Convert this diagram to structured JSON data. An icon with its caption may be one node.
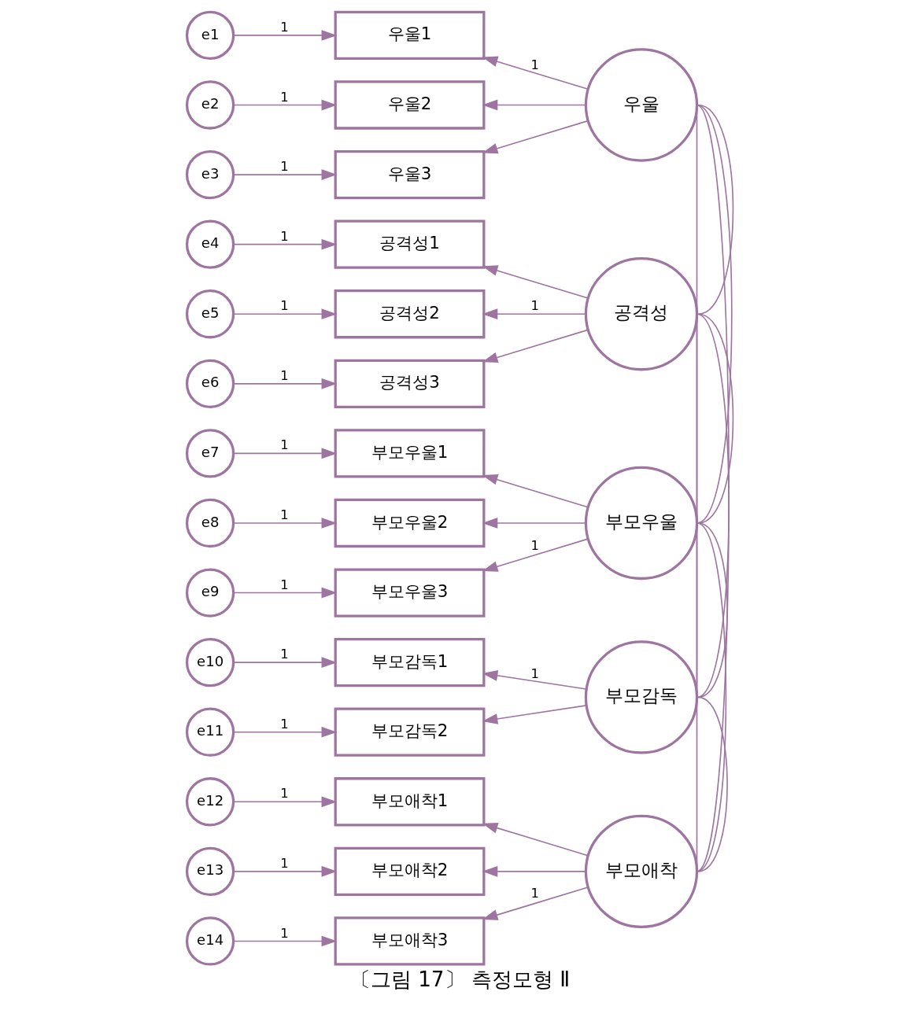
{
  "diagram": {
    "caption": "〔그림 17〕 측정모형 Ⅱ",
    "nodes": [
      {
        "text": [
          "e1"
        ]
      },
      {
        "text": [
          "e2"
        ]
      },
      {
        "text": [
          "e3"
        ]
      },
      {
        "text": [
          "e4"
        ]
      },
      {
        "text": [
          "e5"
        ]
      },
      {
        "text": [
          "e6"
        ]
      },
      {
        "text": [
          "e7"
        ]
      },
      {
        "text": [
          "e8"
        ]
      },
      {
        "text": [
          "e9"
        ]
      },
      {
        "text": [
          "e10"
        ]
      },
      {
        "text": [
          "e11"
        ]
      },
      {
        "text": [
          "e12"
        ]
      },
      {
        "text": [
          "e13"
        ]
      },
      {
        "text": [
          "e14"
        ]
      },
      {
        "text": [
          "우울1"
        ]
      },
      {
        "text": [
          "우울2"
        ]
      },
      {
        "text": [
          "우울3"
        ]
      },
      {
        "text": [
          "공격성1"
        ]
      },
      {
        "text": [
          "공격성2"
        ]
      },
      {
        "text": [
          "공격성3"
        ]
      },
      {
        "text": [
          "부모우울1"
        ]
      },
      {
        "text": [
          "부모우울2"
        ]
      },
      {
        "text": [
          "부모우울3"
        ]
      },
      {
        "text": [
          "부모감독1"
        ]
      },
      {
        "text": [
          "부모감독2"
        ]
      },
      {
        "text": [
          "부모애착1"
        ]
      },
      {
        "text": [
          "부모애착2"
        ]
      },
      {
        "text": [
          "부모애착3"
        ]
      },
      {
        "text": [
          "우울"
        ]
      },
      {
        "text": [
          "공격성"
        ]
      },
      {
        "text": [
          "부모우울"
        ]
      },
      {
        "text": [
          "부모감독"
        ]
      },
      {
        "text": [
          "부모애착"
        ]
      }
    ],
    "edges": [
      {
        "from": 0,
        "to": 14,
        "arrow": "to",
        "label": "1"
      },
      {
        "from": 1,
        "to": 15,
        "arrow": "to",
        "label": "1"
      },
      {
        "from": 2,
        "to": 16,
        "arrow": "to",
        "label": "1"
      },
      {
        "from": 3,
        "to": 17,
        "arrow": "to",
        "label": "1"
      },
      {
        "from": 4,
        "to": 18,
        "arrow": "to",
        "label": "1"
      },
      {
        "from": 5,
        "to": 19,
        "arrow": "to",
        "label": "1"
      },
      {
        "from": 6,
        "to": 20,
        "arrow": "to",
        "label": "1"
      },
      {
        "from": 7,
        "to": 21,
        "arrow": "to",
        "label": "1"
      },
      {
        "from": 8,
        "to": 22,
        "arrow": "to",
        "label": "1"
      },
      {
        "from": 9,
        "to": 23,
        "arrow": "to",
        "label": "1"
      },
      {
        "from": 10,
        "to": 24,
        "arrow": "to",
        "label": "1"
      },
      {
        "from": 11,
        "to": 25,
        "arrow": "to",
        "label": "1"
      },
      {
        "from": 12,
        "to": 26,
        "arrow": "to",
        "label": "1"
      },
      {
        "from": 13,
        "to": 27,
        "arrow": "to",
        "label": "1"
      },
      {
        "from": 28,
        "to": 14,
        "arrow": "to",
        "label": "1"
      },
      {
        "from": 28,
        "to": 15,
        "arrow": "to"
      },
      {
        "from": 28,
        "to": 16,
        "arrow": "to"
      },
      {
        "from": 29,
        "to": 17,
        "arrow": "to"
      },
      {
        "from": 29,
        "to": 18,
        "arrow": "to",
        "label": "1"
      },
      {
        "from": 29,
        "to": 19,
        "arrow": "to"
      },
      {
        "from": 30,
        "to": 20,
        "arrow": "to"
      },
      {
        "from": 30,
        "to": 21,
        "arrow": "to"
      },
      {
        "from": 30,
        "to": 22,
        "arrow": "to",
        "label": "1"
      },
      {
        "from": 31,
        "to": 23,
        "arrow": "to",
        "label": "1"
      },
      {
        "from": 31,
        "to": 24,
        "arrow": "to"
      },
      {
        "from": 32,
        "to": 25,
        "arrow": "to"
      },
      {
        "from": 32,
        "to": 26,
        "arrow": "to"
      },
      {
        "from": 32,
        "to": 27,
        "arrow": "to",
        "label": "1"
      },
      {
        "from": 28,
        "to": 29,
        "arrow": "none"
      },
      {
        "from": 28,
        "to": 30,
        "arrow": "none"
      },
      {
        "from": 28,
        "to": 31,
        "arrow": "none"
      },
      {
        "from": 28,
        "to": 32,
        "arrow": "none"
      },
      {
        "from": 29,
        "to": 30,
        "arrow": "none"
      },
      {
        "from": 29,
        "to": 31,
        "arrow": "none"
      },
      {
        "from": 29,
        "to": 32,
        "arrow": "none"
      },
      {
        "from": 30,
        "to": 31,
        "arrow": "none"
      },
      {
        "from": 30,
        "to": 32,
        "arrow": "none"
      },
      {
        "from": 31,
        "to": 32,
        "arrow": "none"
      }
    ]
  }
}
